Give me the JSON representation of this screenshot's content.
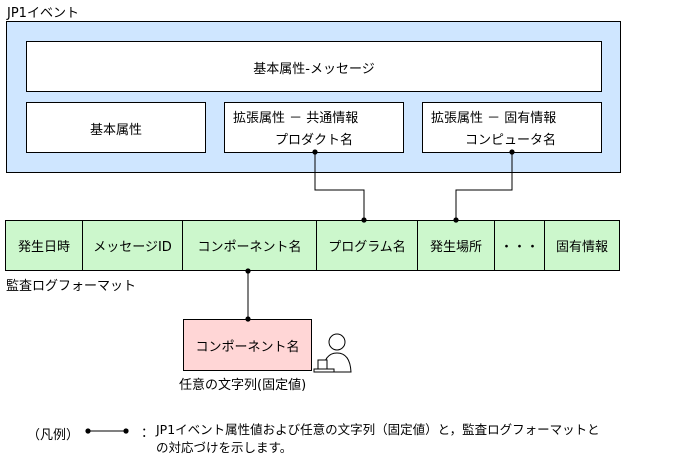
{
  "event": {
    "title": "JP1イベント",
    "message_box": "基本属性-メッセージ",
    "basic_attr": "基本属性",
    "ext_common": {
      "line1": "拡張属性 － 共通情報",
      "line2": "プロダクト名"
    },
    "ext_specific": {
      "line1": "拡張属性 － 固有情報",
      "line2": "コンピュータ名"
    }
  },
  "audit": {
    "title": "監査ログフォーマット",
    "fields": [
      "発生日時",
      "メッセージID",
      "コンポーネント名",
      "プログラム名",
      "発生場所",
      "・・・",
      "固有情報"
    ]
  },
  "fixed_value": {
    "box": "コンポーネント名",
    "caption": "任意の文字列(固定値)"
  },
  "legend": {
    "label": "（凡例）",
    "colon": "：",
    "text_line1": "JP1イベント属性値および任意の文字列（固定値）と，監査ログフォーマットと",
    "text_line2": "の対応づけを示します。"
  },
  "colors": {
    "event_panel": "#cfe6ff",
    "audit_strip": "#ccf7cc",
    "fixed_box": "#ffd6d6"
  }
}
